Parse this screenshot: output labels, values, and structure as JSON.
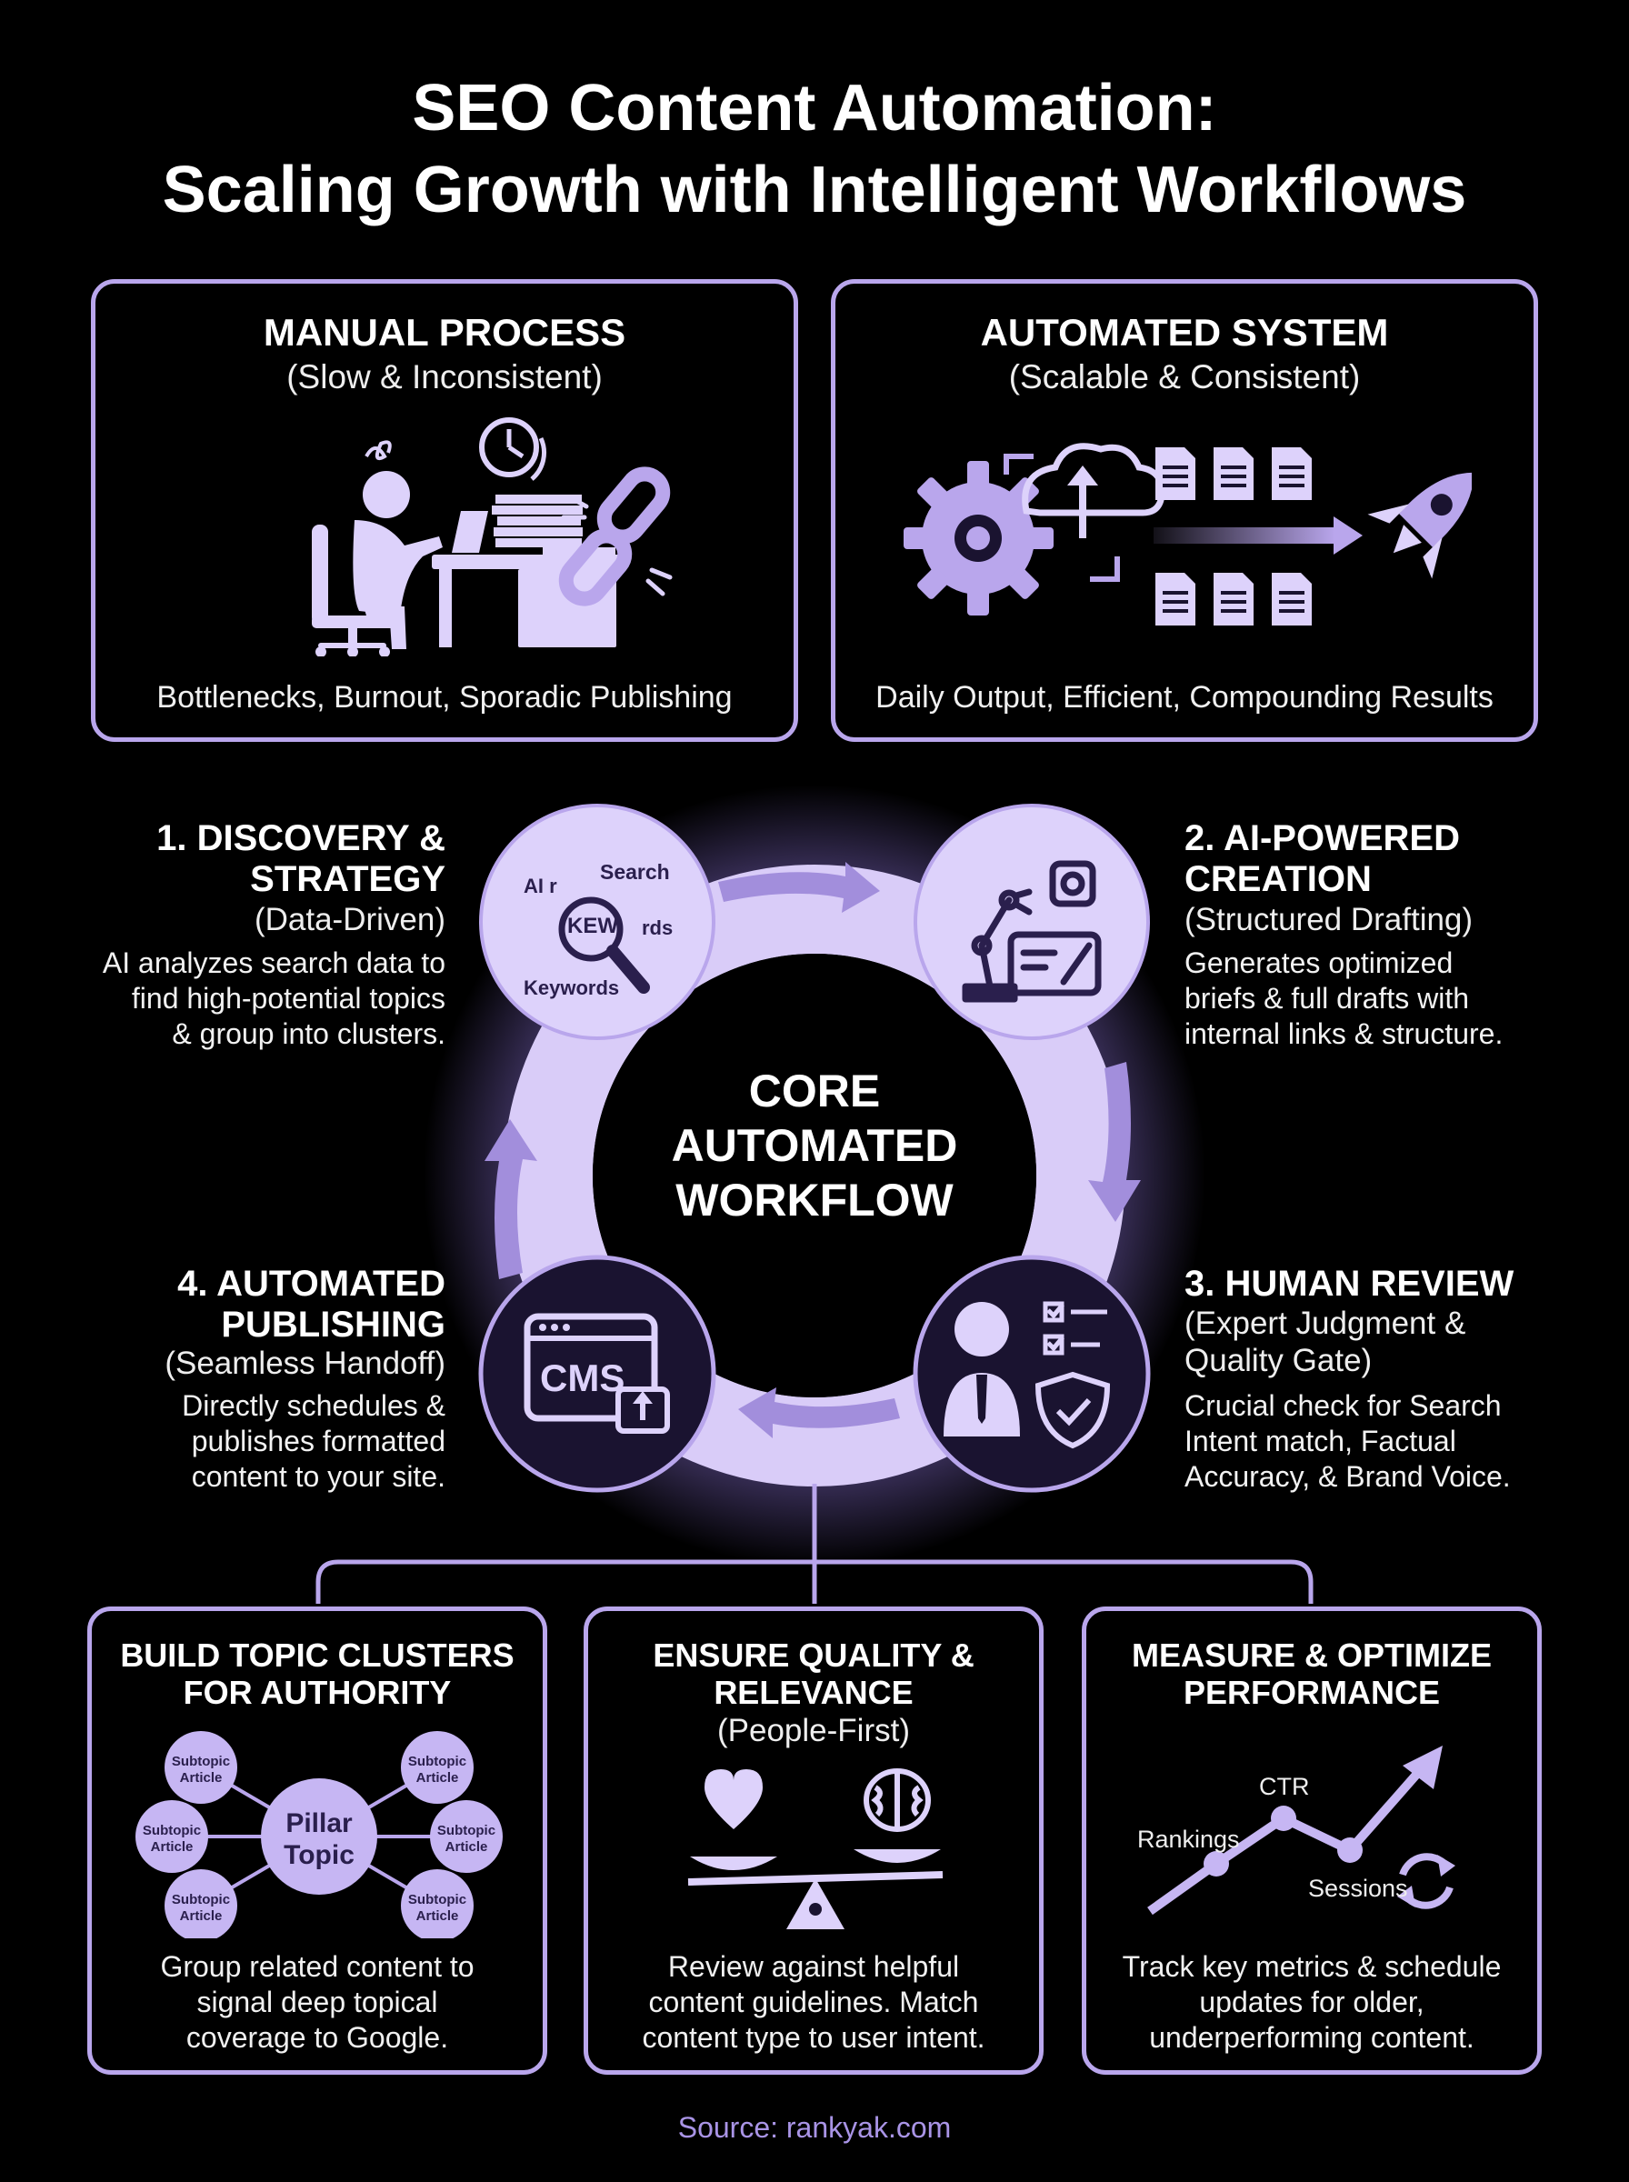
{
  "title": {
    "line1": "SEO Content Automation:",
    "line2": "Scaling Growth with Intelligent Workflows"
  },
  "manual": {
    "title": "MANUAL PROCESS",
    "subtitle": "(Slow & Inconsistent)",
    "caption": "Bottlenecks, Burnout, Sporadic Publishing"
  },
  "automated": {
    "title": "AUTOMATED SYSTEM",
    "subtitle": "(Scalable & Consistent)",
    "caption": "Daily Output, Efficient, Compounding Results"
  },
  "core": {
    "line1": "CORE",
    "line2": "AUTOMATED",
    "line3": "WORKFLOW"
  },
  "steps": [
    {
      "title1": "1. DISCOVERY &",
      "title2": "STRATEGY",
      "subtitle": "(Data-Driven)",
      "desc": [
        "AI analyzes search data to",
        "find high-potential topics",
        "& group into clusters."
      ]
    },
    {
      "title1": "2. AI-POWERED",
      "title2": "CREATION",
      "subtitle": "(Structured Drafting)",
      "desc": [
        "Generates optimized",
        "briefs & full drafts with",
        "internal links & structure."
      ]
    },
    {
      "title1": "3. HUMAN REVIEW",
      "subtitle1": "(Expert Judgment &",
      "subtitle2": "Quality Gate)",
      "desc": [
        "Crucial check for Search",
        "Intent match, Factual",
        "Accuracy, & Brand Voice."
      ]
    },
    {
      "title1": "4. AUTOMATED",
      "title2": "PUBLISHING",
      "subtitle": "(Seamless Handoff)",
      "desc": [
        "Directly schedules &",
        "publishes formatted",
        "content to your site."
      ]
    }
  ],
  "discovery_icon": {
    "w1": "AI r",
    "w2": "Search",
    "w3": "KEW",
    "w4": "rds",
    "w5": "Keywords"
  },
  "cms_icon": {
    "label": "CMS"
  },
  "bottom": [
    {
      "title1": "BUILD TOPIC CLUSTERS",
      "title2": "FOR AUTHORITY",
      "pillar1": "Pillar",
      "pillar2": "Topic",
      "sub1": "Subtopic",
      "sub2": "Article",
      "desc": [
        "Group related content to",
        "signal deep topical",
        "coverage to Google."
      ]
    },
    {
      "title1": "ENSURE QUALITY &",
      "title2": "RELEVANCE",
      "subtitle": "(People-First)",
      "desc": [
        "Review against helpful",
        "content guidelines. Match",
        "content type to user intent."
      ]
    },
    {
      "title1": "MEASURE & OPTIMIZE",
      "title2": "PERFORMANCE",
      "labels": {
        "ctr": "CTR",
        "rankings": "Rankings",
        "sessions": "Sessions"
      },
      "desc": [
        "Track key metrics & schedule",
        "updates for older,",
        "underperforming content."
      ]
    }
  ],
  "source": "Source: rankyak.com",
  "colors": {
    "accent": "#b9a6ec",
    "node_fill": "#ddd2fb",
    "dark_node": "#1a1330",
    "icon": "#c6b6f3"
  }
}
